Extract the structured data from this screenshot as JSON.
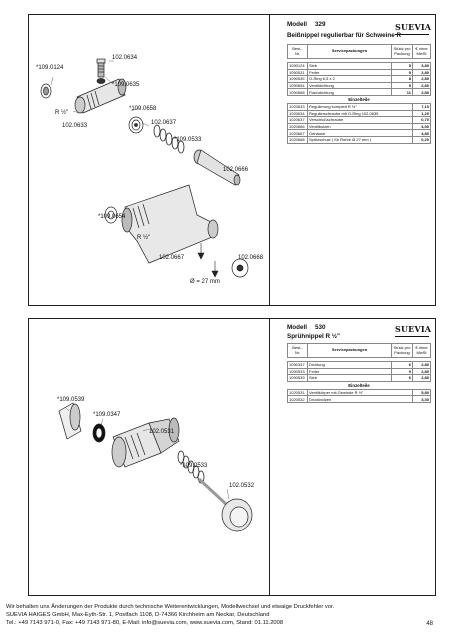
{
  "panel1": {
    "model_label": "Modell",
    "model_number": "329",
    "subtitle": "Beißnippel regulierbar für Schweine R",
    "logo": "SUEVIA",
    "headers": {
      "no_line1": "Best.-",
      "no_line2": "Nr.",
      "desc": "Servicepackungen",
      "qty_line1": "Stück pro",
      "qty_line2": "Packung",
      "price_line1": "€ ohne",
      "price_line2": "MwSt"
    },
    "service_rows": [
      {
        "no": "1090124",
        "desc": "Sieb",
        "qty": "5",
        "price": "3,80"
      },
      {
        "no": "1090531",
        "desc": "Feder",
        "qty": "9",
        "price": "2,80"
      },
      {
        "no": "1090535",
        "desc": "O-Ring 6,5 x 2",
        "qty": "8",
        "price": "2,80"
      },
      {
        "no": "1090654",
        "desc": "Ventildichtung",
        "qty": "5",
        "price": "2,80"
      },
      {
        "no": "1090668",
        "desc": "Flachdichtung",
        "qty": "11",
        "price": "2,80"
      }
    ],
    "single_label": "Einzelteile",
    "single_rows": [
      {
        "no": "1020633",
        "desc": "Regulierung komplett R ½\"",
        "price": "7,10"
      },
      {
        "no": "1020634",
        "desc": "Regulierschraube mit O-Ring 102.0635",
        "price": "1,20"
      },
      {
        "no": "1020637",
        "desc": "Verschlußschraube",
        "price": "0,70"
      },
      {
        "no": "1020666",
        "desc": "Ventilbolzen",
        "price": "4,50"
      },
      {
        "no": "1020667",
        "desc": "Gehäuse",
        "price": "4,80"
      },
      {
        "no": "1020668",
        "desc": "Spritzschutz ( für Rohre Ø 27 mm )",
        "price": "0,20"
      }
    ],
    "labels": {
      "p0634": "102.0634",
      "p0124": "*109.0124",
      "p0635": "*109.0635",
      "r12a": "R ½\"",
      "p0633": "102.0633",
      "p0658": "*109.0658",
      "p0637": "102.0637",
      "p0533": "*109.0533",
      "p0666": "102.0666",
      "p0654": "*109.0654",
      "r12b": "R ½\"",
      "p0667": "102.0667",
      "p0668": "102.0668",
      "diameter": "Ø = 27 mm"
    }
  },
  "panel2": {
    "model_label": "Modell",
    "model_number": "530",
    "subtitle": "Sprühnippel R ½\"",
    "logo": "SUEVIA",
    "headers": {
      "no_line1": "Best.-",
      "no_line2": "Nr.",
      "desc": "Servicepackungen",
      "qty_line1": "Stück pro",
      "qty_line2": "Packung",
      "price_line1": "€ ohne",
      "price_line2": "MwSt"
    },
    "service_rows": [
      {
        "no": "1090347",
        "desc": "Dichtung",
        "qty": "6",
        "price": "2,80"
      },
      {
        "no": "1090533",
        "desc": "Feder",
        "qty": "9",
        "price": "2,80"
      },
      {
        "no": "1090539",
        "desc": "Sieb",
        "qty": "6",
        "price": "2,80"
      }
    ],
    "single_label": "Einzelteile",
    "single_rows": [
      {
        "no": "1020531",
        "desc": "Ventilkörper mit Gewinde R ½\"",
        "price": "5,80"
      },
      {
        "no": "1020532",
        "desc": "Druckbolzen",
        "price": "3,30"
      }
    ],
    "labels": {
      "p0539": "*109.0539",
      "p0347": "*109.0347",
      "p0531": "102.0531",
      "p0533": "*109.0533",
      "p0532": "102.0532"
    }
  },
  "footer": {
    "line1": "Wir behalten uns Änderungen der Produkte durch technische Weiterentwicklungen, Modellwechsel und etwaige Druckfehler vor.",
    "line2": "SUEVIA HAIGES GmbH, Max-Eyth-Str. 1, Postfach 1108, D-74366 Kirchheim am Neckar, Deutschland",
    "line3": "Tel.: +49 7143 971-0, Fax: +49 7143 971-80, E-Mail: info@suevia.com, www.suevia.com, Stand: 01.11.2008",
    "page": "48"
  }
}
